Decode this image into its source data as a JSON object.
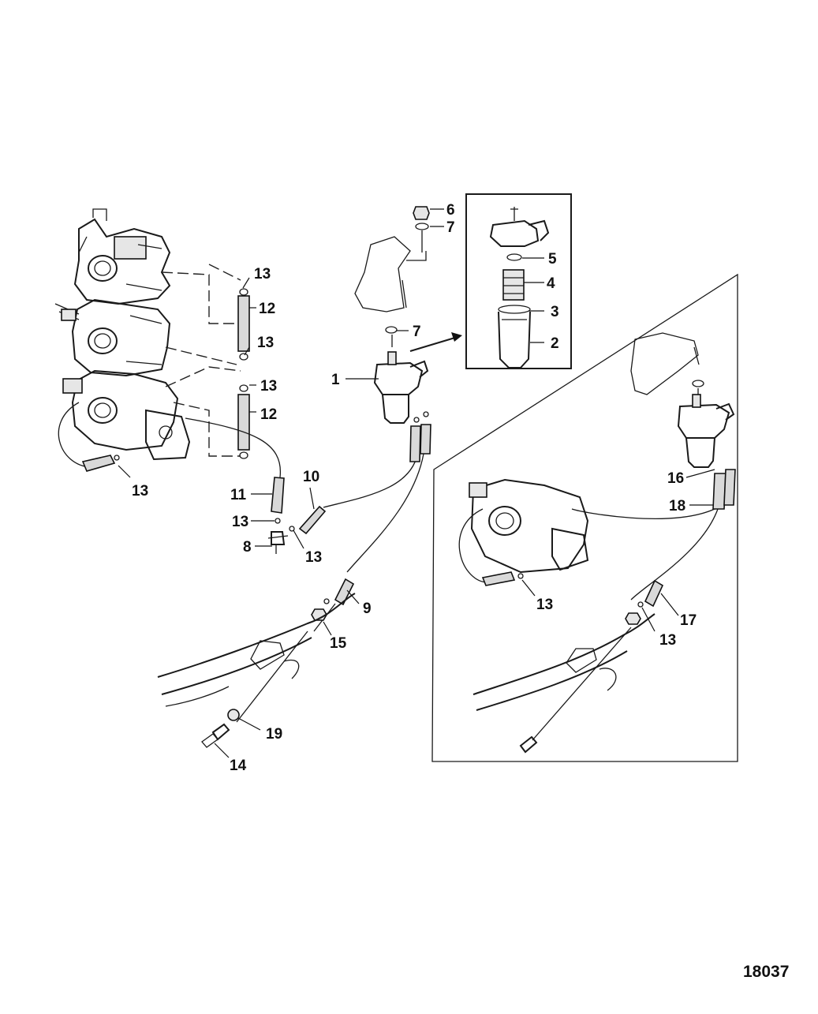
{
  "drawing_number": "18037",
  "callouts": {
    "c1": "1",
    "c2": "2",
    "c3": "3",
    "c4": "4",
    "c5": "5",
    "c6": "6",
    "c7a": "7",
    "c7b": "7",
    "c8": "8",
    "c9": "9",
    "c10": "10",
    "c11": "11",
    "c12a": "12",
    "c12b": "12",
    "c13a": "13",
    "c13b": "13",
    "c13c": "13",
    "c13d": "13",
    "c13e": "13",
    "c13f": "13",
    "c13g": "13",
    "c13h": "13",
    "c14": "14",
    "c15": "15",
    "c16": "16",
    "c17": "17",
    "c18": "18",
    "c19": "19"
  }
}
